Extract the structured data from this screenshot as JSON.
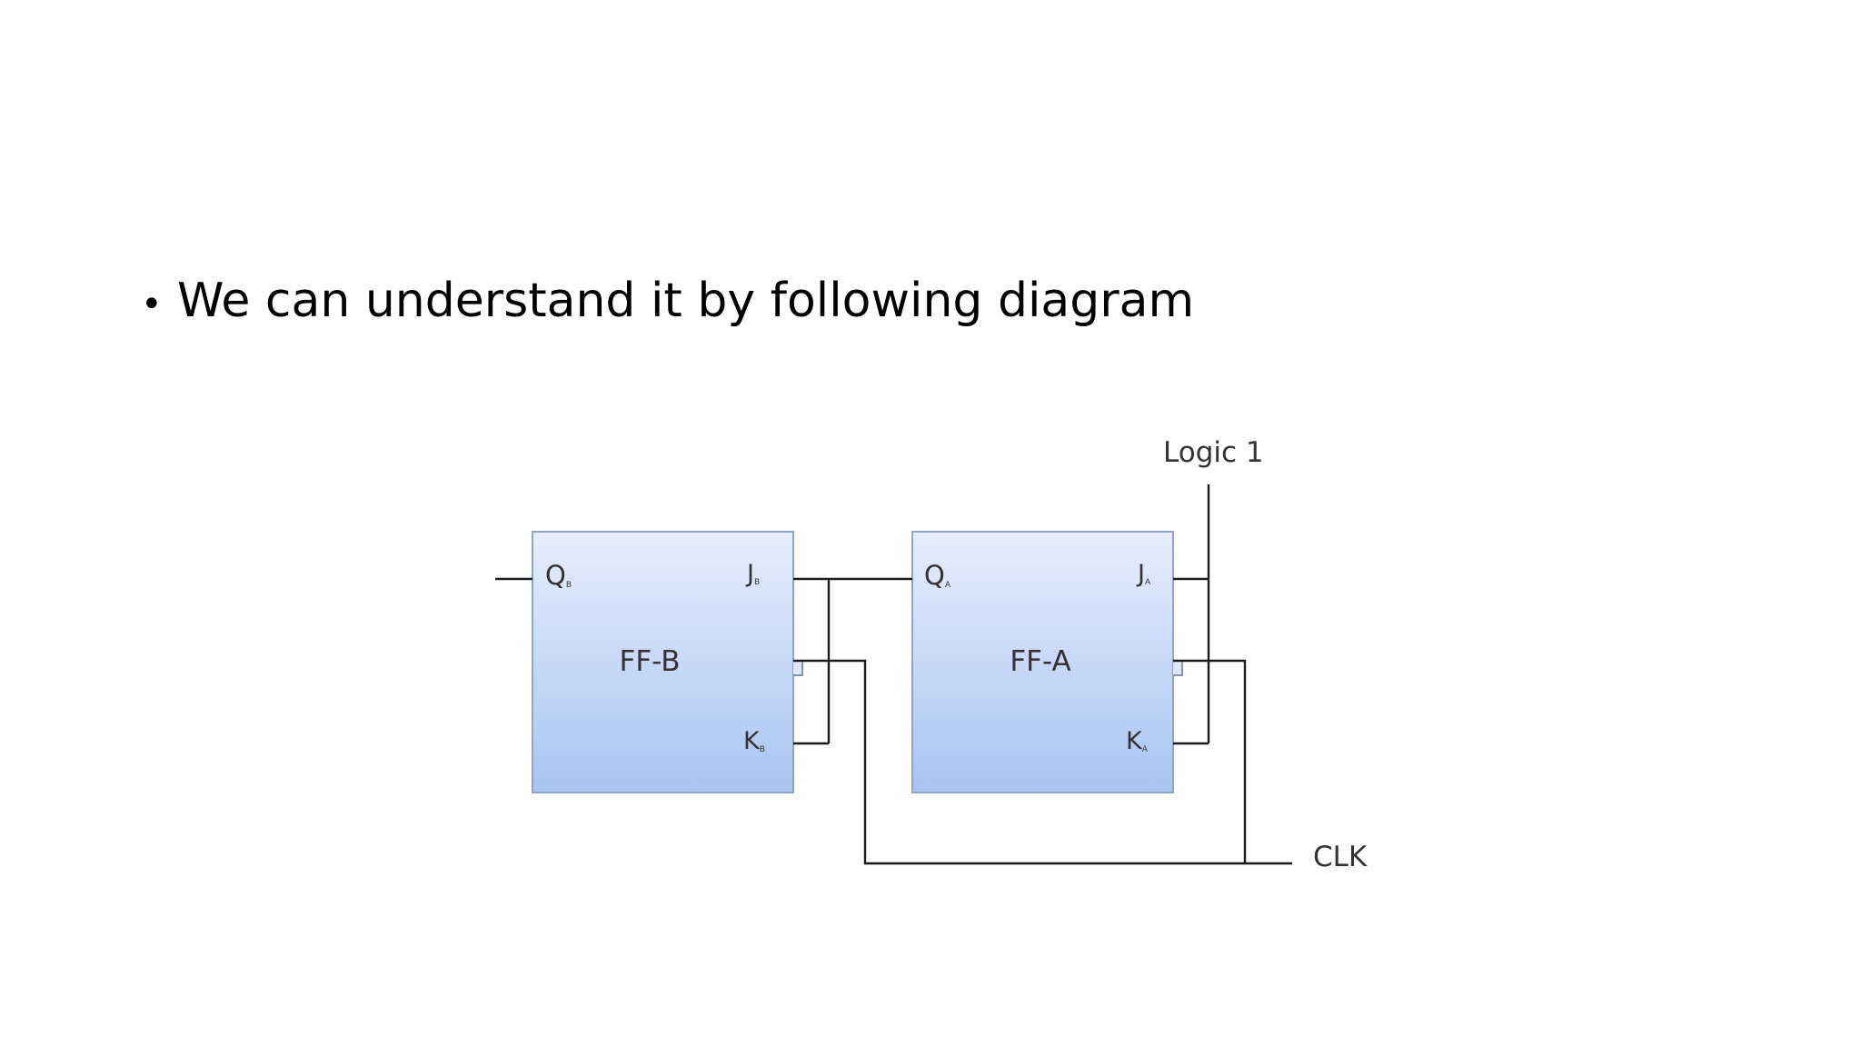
{
  "slide": {
    "bullet_symbol": "•",
    "bullet_text": "We can understand it by following diagram"
  },
  "diagram": {
    "logic_label": "Logic 1",
    "clk_label": "CLK",
    "ff_b": {
      "name": "FF-B",
      "q_label": "Q",
      "q_sub": "B",
      "j_label": "J",
      "j_sub": "B",
      "k_label": "K",
      "k_sub": "B"
    },
    "ff_a": {
      "name": "FF-A",
      "q_label": "Q",
      "q_sub": "A",
      "j_label": "J",
      "j_sub": "A",
      "k_label": "K",
      "k_sub": "A"
    },
    "colors": {
      "box_top": "#e6eefc",
      "box_bottom": "#a9c4f2",
      "box_border": "#8fa6c8",
      "wire": "#1a1a1a"
    }
  }
}
